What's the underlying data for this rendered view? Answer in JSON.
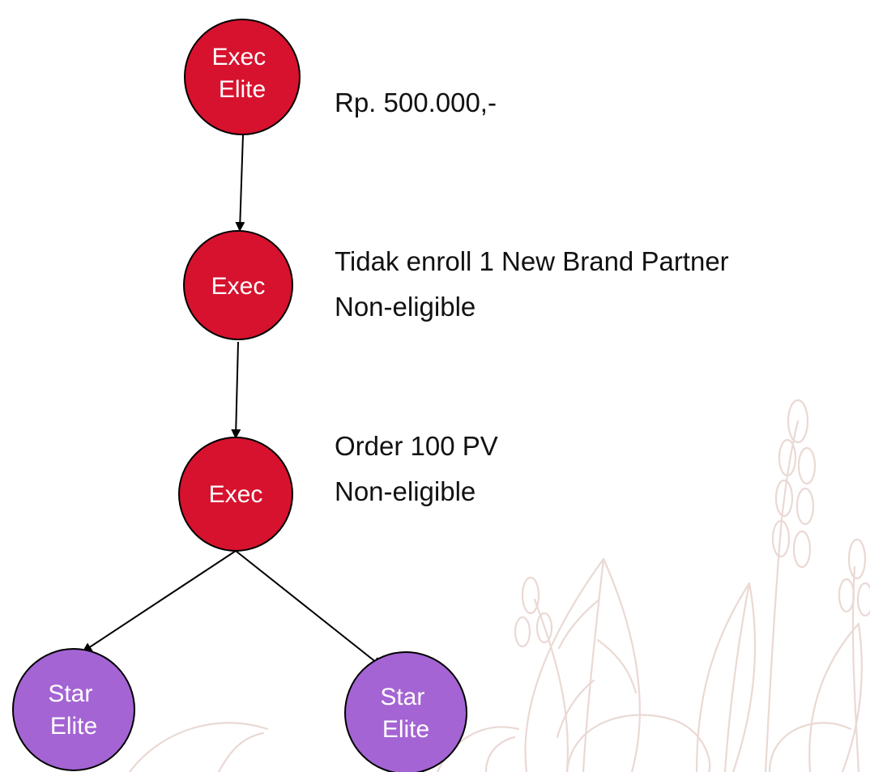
{
  "colors": {
    "node_red": "#d7122e",
    "node_purple": "#a464d3",
    "edge": "#000000",
    "node_text": "#ffffff",
    "label_text": "#111111",
    "background_sketch": "#ead9d4"
  },
  "nodes": [
    {
      "id": "exec-elite-top",
      "lines": [
        "Exec",
        "Elite"
      ]
    },
    {
      "id": "exec-middle",
      "lines": [
        "Exec"
      ]
    },
    {
      "id": "exec-lower",
      "lines": [
        "Exec"
      ]
    },
    {
      "id": "star-elite-left",
      "lines": [
        "Star",
        "Elite"
      ]
    },
    {
      "id": "star-elite-right",
      "lines": [
        "Star",
        "Elite"
      ]
    }
  ],
  "labels": [
    {
      "id": "amount",
      "lines": [
        "Rp. 500.000,-"
      ]
    },
    {
      "id": "exec-middle-note",
      "lines": [
        "Tidak enroll 1 New Brand Partner",
        "Non-eligible"
      ]
    },
    {
      "id": "exec-lower-note",
      "lines": [
        "Order 100 PV",
        "Non-eligible"
      ]
    }
  ],
  "edges": [
    {
      "from": "exec-elite-top",
      "to": "exec-middle"
    },
    {
      "from": "exec-middle",
      "to": "exec-lower"
    },
    {
      "from": "exec-lower",
      "to": "star-elite-left"
    },
    {
      "from": "exec-lower",
      "to": "star-elite-right"
    }
  ],
  "background_decoration": "botanical-sketch"
}
